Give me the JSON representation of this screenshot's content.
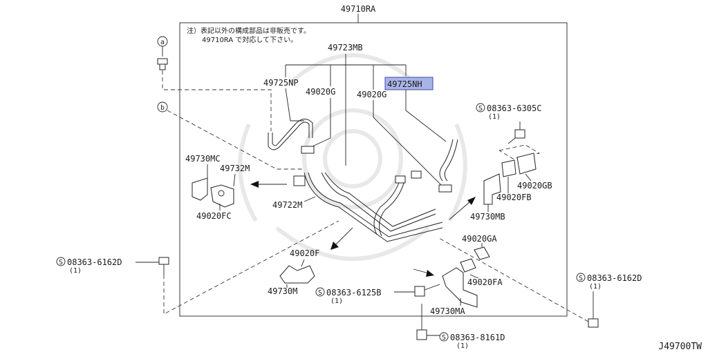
{
  "diagram": {
    "frame_label": "49710RA",
    "note_line1": "注）表記以外の構成部品は非販売です。",
    "note_line2": "49710RA で対応して下さい。",
    "ref_a": "a",
    "ref_b": "b",
    "highlight_color": "#a9b4e6",
    "parts": {
      "p49723MB": "49723MB",
      "p49725NP": "49725NP",
      "p49020G_left": "49020G",
      "p49020G_right": "49020G",
      "p49725NH": "49725NH",
      "p49730MC": "49730MC",
      "p49732M": "49732M",
      "p49722M": "49722M",
      "p49020FC": "49020FC",
      "p49020F": "49020F",
      "p49730M": "49730M",
      "p49020GB": "49020GB",
      "p49020FB": "49020FB",
      "p49730MB": "49730MB",
      "p49020GA": "49020GA",
      "p49020FA": "49020FA",
      "p49730MA": "49730MA"
    },
    "bolts": {
      "b6305C": {
        "code": "08363-6305C",
        "qty": "(1)"
      },
      "b6162D_left": {
        "code": "08363-6162D",
        "qty": "(1)"
      },
      "b6162D_right": {
        "code": "08363-6162D",
        "qty": "(1)"
      },
      "b6125B": {
        "code": "08363-6125B",
        "qty": "(1)"
      },
      "b8161D": {
        "code": "08363-8161D",
        "qty": "(1)"
      }
    },
    "screw_symbol": "S",
    "diagram_id": "J49700TW"
  }
}
